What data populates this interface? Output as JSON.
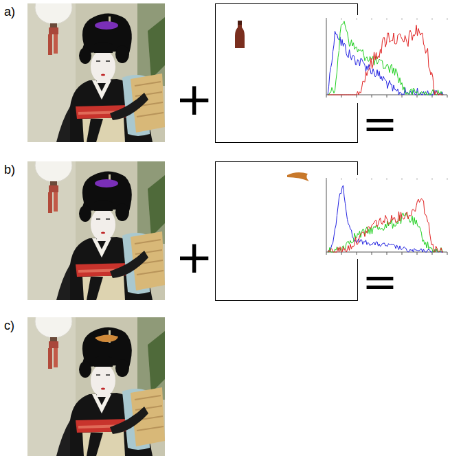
{
  "diagram": {
    "labels": [
      "a)",
      "+",
      "=",
      "b)",
      "+",
      "=",
      "c)"
    ]
  }
}
